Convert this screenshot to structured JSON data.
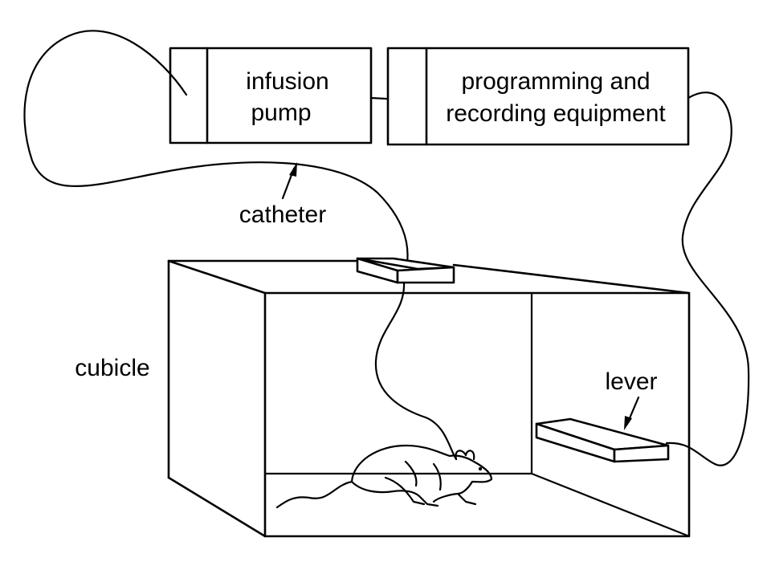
{
  "diagram": {
    "labels": {
      "infusion_pump_line1": "infusion",
      "infusion_pump_line2": "pump",
      "equipment_line1": "programming and",
      "equipment_line2": "recording equipment",
      "catheter": "catheter",
      "cubicle": "cubicle",
      "lever": "lever"
    },
    "colors": {
      "ink": "#000000",
      "background": "#ffffff"
    }
  }
}
